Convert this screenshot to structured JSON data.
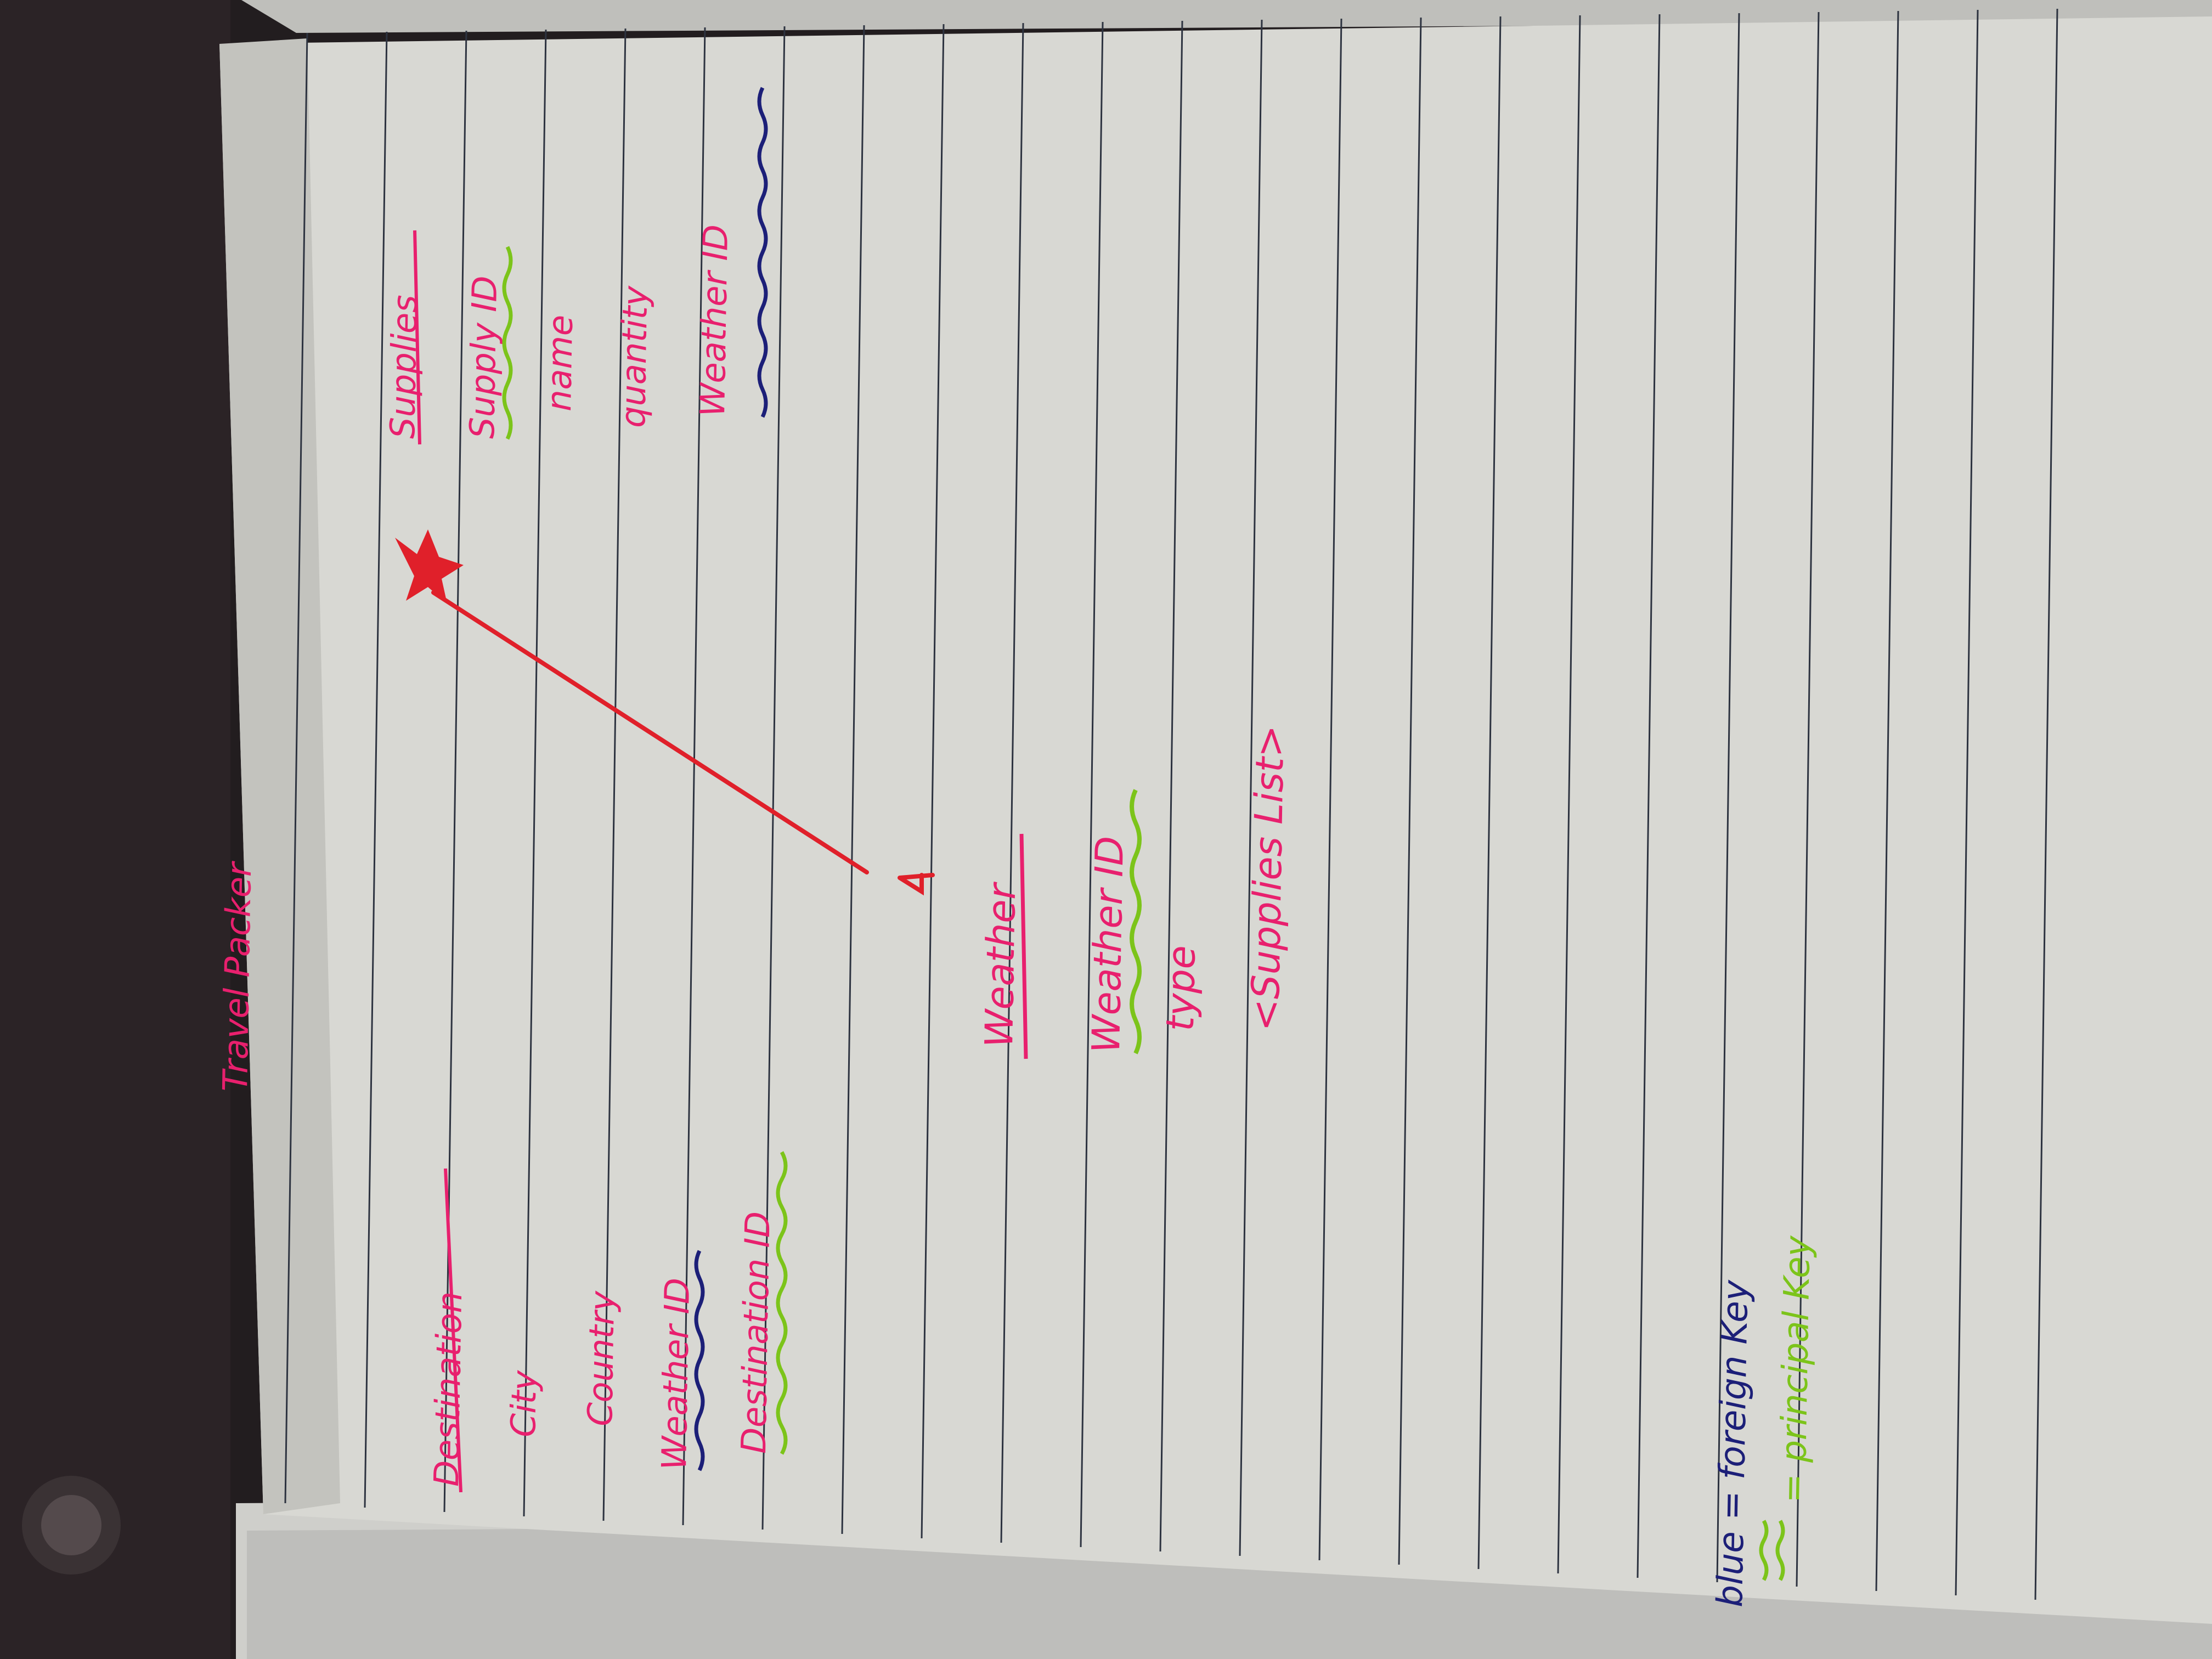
{
  "notebook": {
    "title": "Travel Packer",
    "colors": {
      "pink": "#e8206e",
      "red": "#e0202a",
      "blue": "#1c1f78",
      "green": "#7cc41a",
      "paper": "#d9d9d4",
      "rule": "#2d3340"
    },
    "tables": {
      "destination": {
        "name": "Destination",
        "fields": [
          "City",
          "Country",
          "Weather ID",
          "Destination ID"
        ]
      },
      "supplies": {
        "name": "Supplies",
        "fields": [
          "Supply ID",
          "name",
          "quantity",
          "Weather ID"
        ]
      },
      "weather": {
        "name": "Weather",
        "fields": [
          "Weather ID",
          "type",
          "<Supplies List>"
        ]
      }
    },
    "legend": {
      "foreign": "blue = foreign Key",
      "principal": "= principal Key"
    }
  }
}
